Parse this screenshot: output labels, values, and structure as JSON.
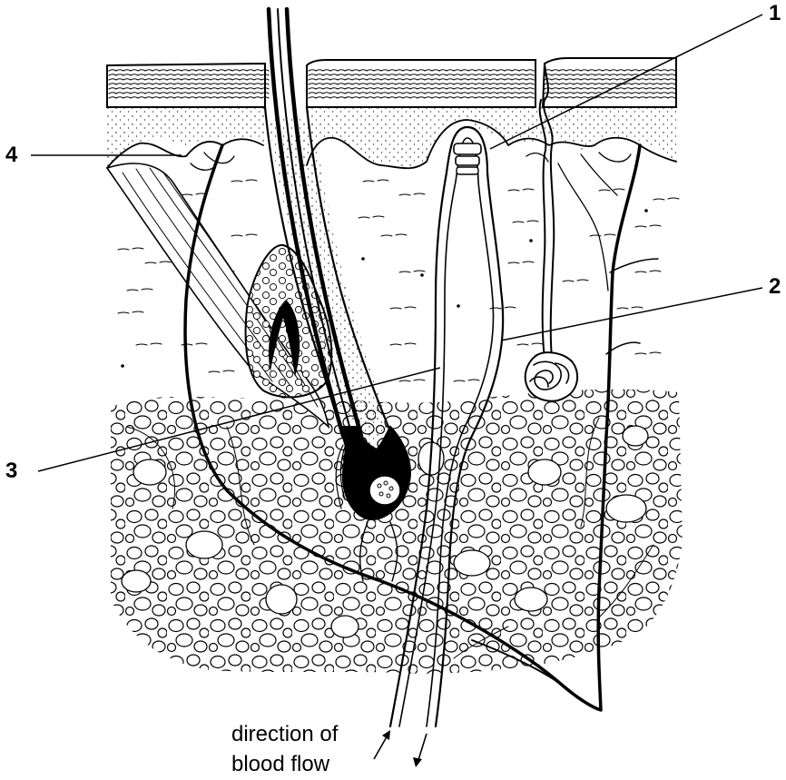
{
  "labels": {
    "one": "1",
    "two": "2",
    "three": "3",
    "four": "4"
  },
  "caption": {
    "line1": "direction of",
    "line2": "blood flow"
  },
  "colors": {
    "ink": "#000000",
    "paper": "#ffffff"
  }
}
